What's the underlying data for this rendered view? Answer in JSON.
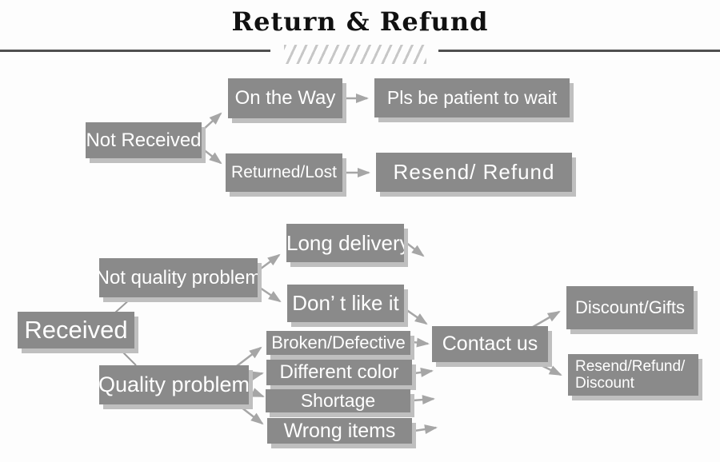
{
  "title": {
    "text": "Return & Refund"
  },
  "colors": {
    "box_fill": "#8a8a8a",
    "box_text": "#ffffff",
    "box_shadow": "#bfbfbf",
    "arrow": "#a6a6a6",
    "divider_dark": "#4f4f4f",
    "divider_hash": "#c7c7c7",
    "title_text": "#111111"
  },
  "flow_not_received": {
    "not_received": "Not Received",
    "on_the_way": "On the Way",
    "pls_be_patient": "Pls be patient to wait",
    "returned_lost": "Returned/Lost",
    "resend_refund": "Resend/ Refund"
  },
  "flow_received": {
    "received": "Received",
    "not_quality_problem": "Not quality problem",
    "long_delivery": "Long delivery",
    "dont_like_it": "Don’ t like it",
    "quality_problem": "Quality problem",
    "broken_defective": "Broken/Defective",
    "different_color": "Different color",
    "shortage": "Shortage",
    "wrong_items": "Wrong items",
    "contact_us": "Contact us",
    "discount_gifts": "Discount/Gifts",
    "resend_refund_discount_line1": "Resend/Refund/",
    "resend_refund_discount_line2": "Discount"
  }
}
